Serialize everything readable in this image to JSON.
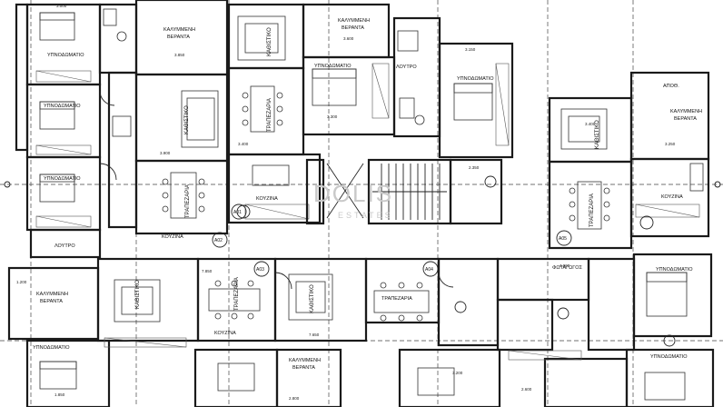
{
  "watermark": {
    "main": "DOLIS",
    "sub": "ESTATES"
  },
  "unit_tags": [
    "A01",
    "A02",
    "A03",
    "A04",
    "A05"
  ],
  "rooms": {
    "bedroom": "ΥΠΝΟΔΩΜΑΤΙΟ",
    "covered_veranda_1": "ΚΑΛΥΜΜΕΝΗ",
    "covered_veranda_2": "ΒΕΡΑΝΤΑ",
    "living": "ΚΑΘΙΣΤΙΚΟ",
    "dining": "ΤΡΑΠΕΖΑΡΙΑ",
    "kitchen": "ΚΟΥΖΙΝΑ",
    "wc": "ΛΟΥΤΡΟ",
    "light_well": "ΦΩΤΑΓΩΓΟΣ",
    "storage": "ΑΠΟΘ."
  },
  "dimensions": [
    "3.600",
    "3.850",
    "3.400",
    "3.300",
    "3.150",
    "3.900",
    "2.350",
    "3.250",
    "3.000",
    "4.000",
    "2.800",
    "3.200",
    "1.850",
    "2.600",
    "7.850",
    "7.650",
    "1.200"
  ]
}
